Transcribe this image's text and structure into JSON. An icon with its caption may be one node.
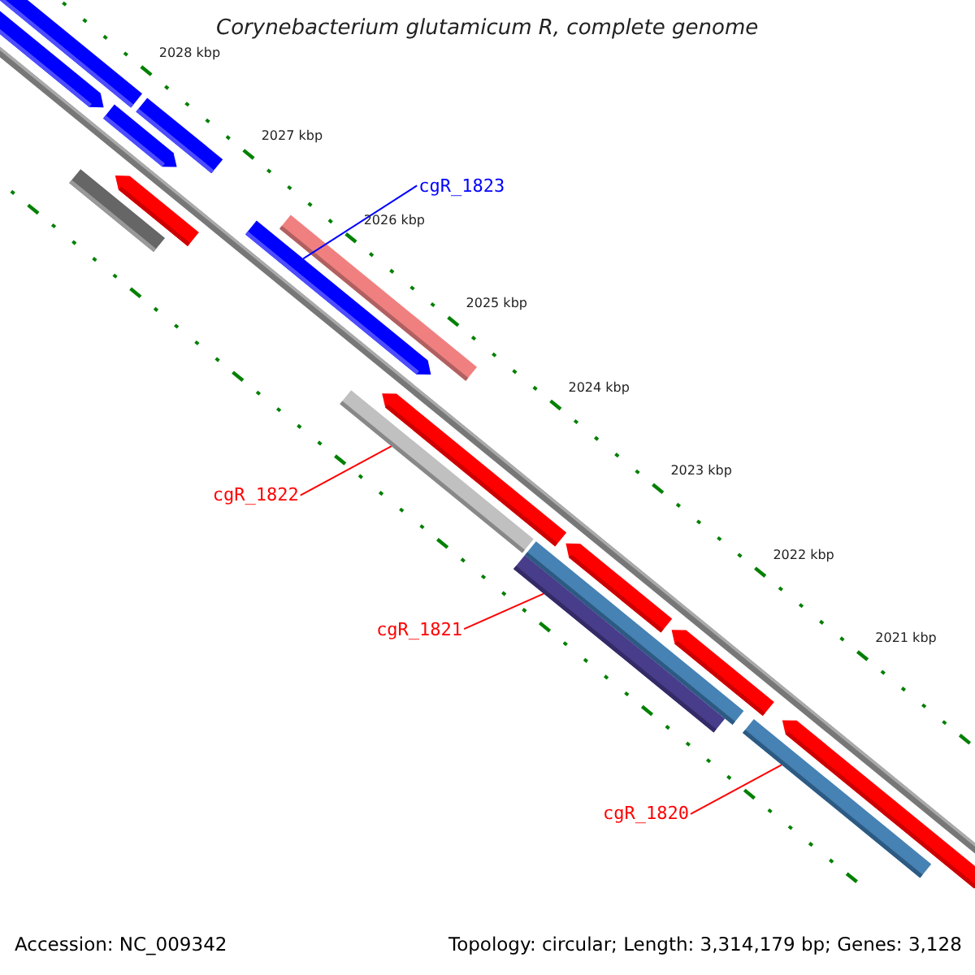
{
  "diagram": {
    "title": "Corynebacterium glutamicum R, complete genome",
    "nodes": [
      {
        "text": [
          "cgR_1823"
        ]
      },
      {
        "text": [],
        "shape": "bar"
      },
      {
        "text": [],
        "shape": "bar"
      },
      {
        "text": [],
        "shape": "bar"
      },
      {
        "text": [],
        "shape": "bar"
      },
      {
        "text": [],
        "shape": "bar"
      },
      {
        "text": [],
        "shape": "bar"
      },
      {
        "text": [],
        "shape": "bar"
      },
      {
        "text": [],
        "shape": "bar"
      },
      {
        "text": [],
        "shape": "bar"
      },
      {
        "text": [],
        "shape": "bar"
      },
      {
        "text": [],
        "shape": "bar"
      },
      {
        "text": [],
        "shape": "bar"
      },
      {
        "text": [],
        "shape": "bar"
      },
      {
        "text": [],
        "shape": "bar"
      },
      {
        "text": [],
        "shape": "bar"
      },
      {
        "text": [],
        "shape": "bar"
      },
      {
        "text": [
          "cgR_1822"
        ]
      },
      {
        "text": [
          "cgR_1821"
        ]
      },
      {
        "text": [
          "cgR_1820"
        ]
      }
    ],
    "edges": [
      {
        "from": 0,
        "to": 8,
        "arrow": "none",
        "color": "#0000ff"
      },
      {
        "from": 17,
        "to": 9,
        "arrow": "none"
      },
      {
        "from": 18,
        "to": 13,
        "arrow": "none"
      },
      {
        "from": 19,
        "to": 16,
        "arrow": "none"
      }
    ],
    "labels": [
      "2028 kbp",
      "2027 kbp",
      "2026 kbp",
      "2025 kbp",
      "2024 kbp",
      "2023 kbp",
      "2022 kbp",
      "2021 kbp",
      "Accession: NC_009342",
      "Topology: circular; Length: 3,314,179 bp; Genes: 3,128"
    ]
  }
}
